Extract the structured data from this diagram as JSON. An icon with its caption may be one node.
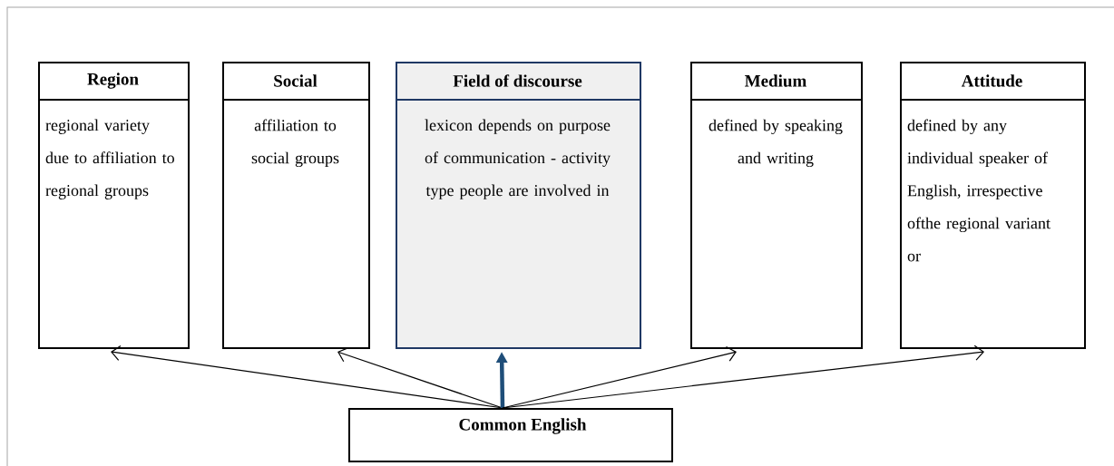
{
  "diagram": {
    "nodes": [
      {
        "text": [
          "Region",
          "regional variety due to affiliation to regional groups"
        ]
      },
      {
        "text": [
          "Social",
          "affiliation to social groups"
        ]
      },
      {
        "text": [
          "Field of discourse",
          "lexicon depends on purpose of communication - activity type people are involved in"
        ]
      },
      {
        "text": [
          "Medium",
          "defined by speaking and writing"
        ]
      },
      {
        "text": [
          "Attitude",
          "defined by any individual speaker of English, irrespective ofthe regional variant or"
        ]
      },
      {
        "text": [
          "Common English"
        ]
      }
    ],
    "edges": [
      {
        "from": 5,
        "to": 0,
        "arrow": "to"
      },
      {
        "from": 5,
        "to": 1,
        "arrow": "to"
      },
      {
        "from": 5,
        "to": 2,
        "arrow": "to",
        "style": "thick",
        "color": "#1f4e79"
      },
      {
        "from": 5,
        "to": 3,
        "arrow": "to"
      },
      {
        "from": 5,
        "to": 4,
        "arrow": "to"
      }
    ]
  }
}
